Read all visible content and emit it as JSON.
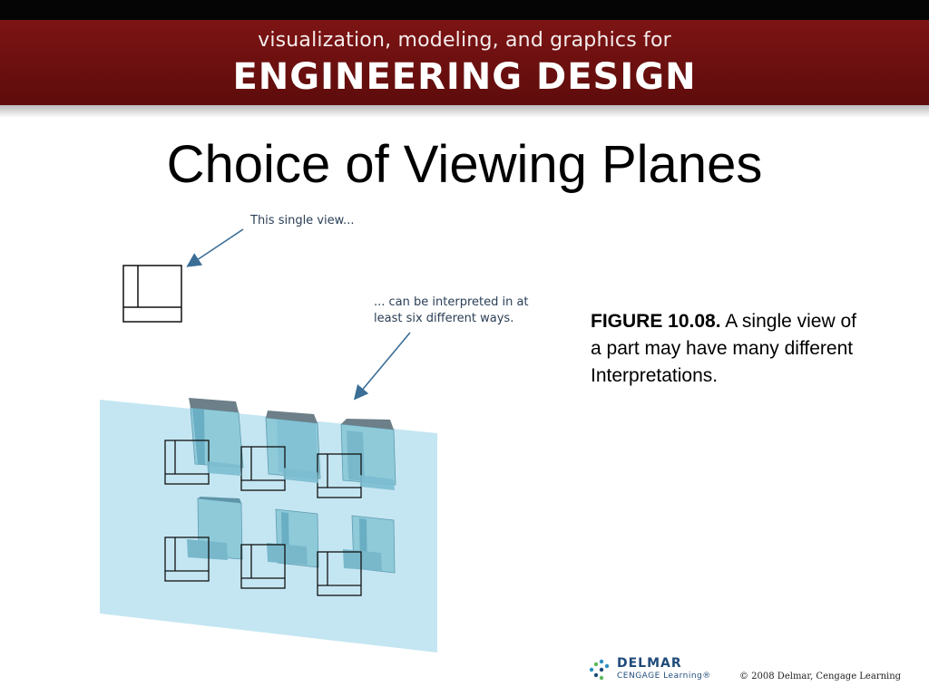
{
  "header": {
    "subtitle": "visualization, modeling, and graphics for",
    "title": "ENGINEERING DESIGN"
  },
  "slide": {
    "title": "Choice of Viewing Planes"
  },
  "figure": {
    "callout_single": "This single view...",
    "callout_six_line1": "... can be interpreted in at",
    "callout_six_line2": "least six different ways."
  },
  "caption": {
    "label": "FIGURE 10.08.",
    "text": " A single view of a part may have many different Interpretations."
  },
  "footer": {
    "logo_name": "DELMAR",
    "logo_sub": "CENGAGE Learning",
    "logo_reg": "®",
    "copyright": "© 2008 Delmar, Cengage Learning"
  },
  "colors": {
    "banner": "#7d1414",
    "plane": "#c4e6f2",
    "block": "#8fcad9",
    "arrow": "#3b6e96"
  }
}
